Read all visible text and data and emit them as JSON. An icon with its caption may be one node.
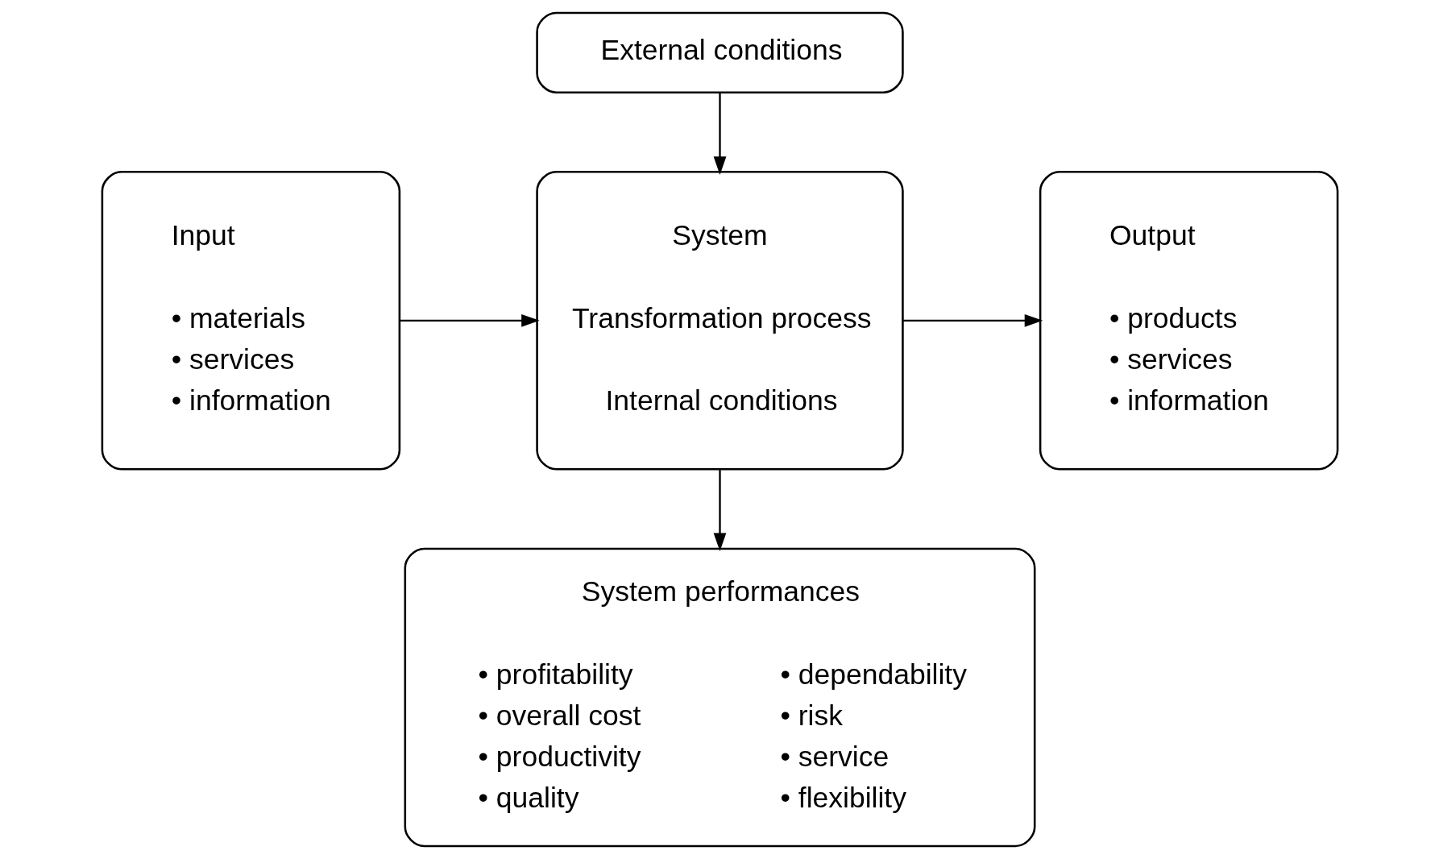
{
  "diagram": {
    "nodes": [
      {
        "text": [
          "External conditions"
        ]
      },
      {
        "text": [
          "Input",
          "• materials",
          "• services",
          "• information"
        ]
      },
      {
        "text": [
          "System",
          "Transformation process",
          "Internal conditions"
        ]
      },
      {
        "text": [
          "Output",
          "• products",
          "• services",
          "• information"
        ]
      },
      {
        "text": [
          "System performances",
          "• profitability",
          "• overall cost",
          "• productivity",
          "• quality",
          "• dependability",
          "• risk",
          "• service",
          "• flexibility"
        ]
      }
    ],
    "edges": [
      {
        "from": 0,
        "to": 2,
        "arrow": "to"
      },
      {
        "from": 1,
        "to": 2,
        "arrow": "to"
      },
      {
        "from": 2,
        "to": 3,
        "arrow": "to"
      },
      {
        "from": 2,
        "to": 4,
        "arrow": "to"
      }
    ]
  }
}
